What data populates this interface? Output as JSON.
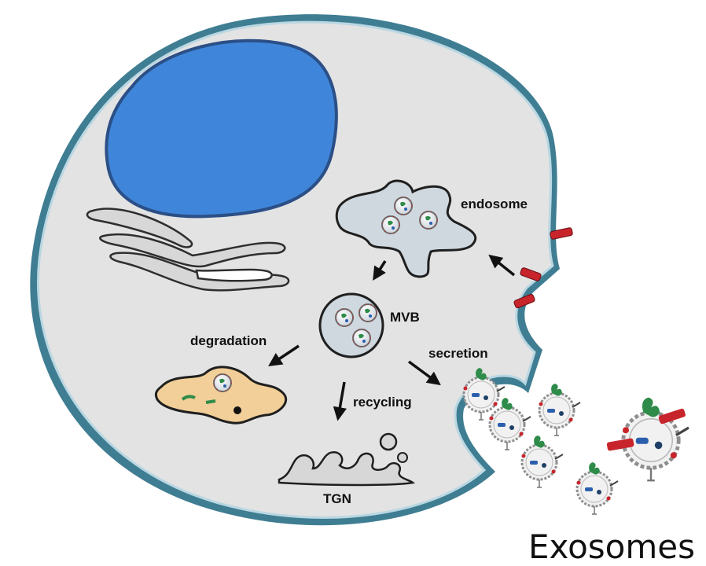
{
  "labels": {
    "endosome": "endosome",
    "mvb": "MVB",
    "degradation": "degradation",
    "secretion": "secretion",
    "recycling": "recycling",
    "tgn": "TGN",
    "exosomes": "Exosomes"
  },
  "colors": {
    "cytoplasm": "#e3e3e3",
    "membrane_outer": "#3f7d92",
    "membrane_inner": "#9fc9d8",
    "nucleus": "#3f86da",
    "nucleus_outline": "#2b4f86",
    "endosome_fill": "#cfd8df",
    "lysosome_fill": "#f2cf98",
    "receptor": "#c8242b",
    "cargo_green": "#2e8b4a",
    "cargo_blue": "#2b5fae",
    "arrow": "#111111"
  },
  "icons": {
    "arrow": "arrow-icon",
    "receptor": "receptor-icon",
    "vesicle": "vesicle-icon"
  }
}
